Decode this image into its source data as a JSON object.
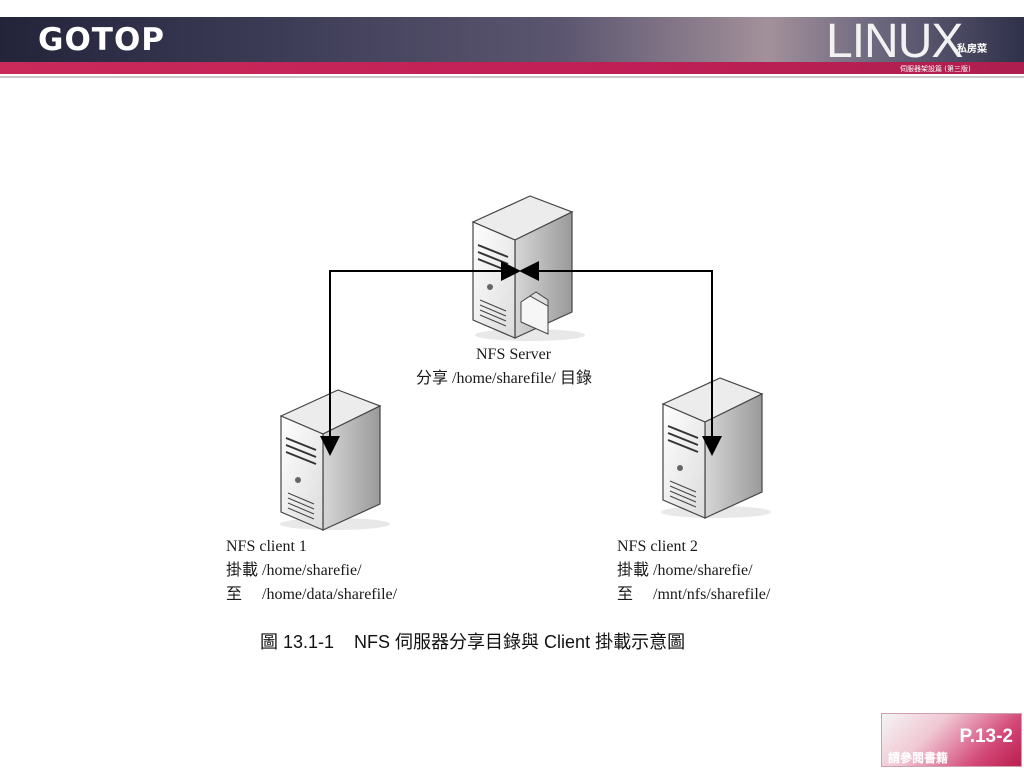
{
  "header": {
    "publisher_logo": "GOTOP",
    "book_logo": "LINUX",
    "book_logo_sub": "私房菜",
    "book_edition": "伺服器架設篇 (第三版)"
  },
  "diagram": {
    "server": {
      "name": "NFS Server",
      "desc": "分享 /home/sharefile/ 目錄"
    },
    "client1": {
      "name": "NFS client 1",
      "line2": "掛載 /home/sharefie/",
      "line3": "至     /home/data/sharefile/"
    },
    "client2": {
      "name": "NFS client 2",
      "line2": "掛載 /home/sharefie/",
      "line3": "至     /mnt/nfs/sharefile/"
    },
    "caption": "圖 13.1-1    NFS 伺服器分享目錄與 Client 掛載示意圖"
  },
  "footer": {
    "page": "P.13-2",
    "note": "請參閱書籍"
  },
  "colors": {
    "brand_dark": "#2b2c45",
    "brand_accent": "#c01f56"
  }
}
